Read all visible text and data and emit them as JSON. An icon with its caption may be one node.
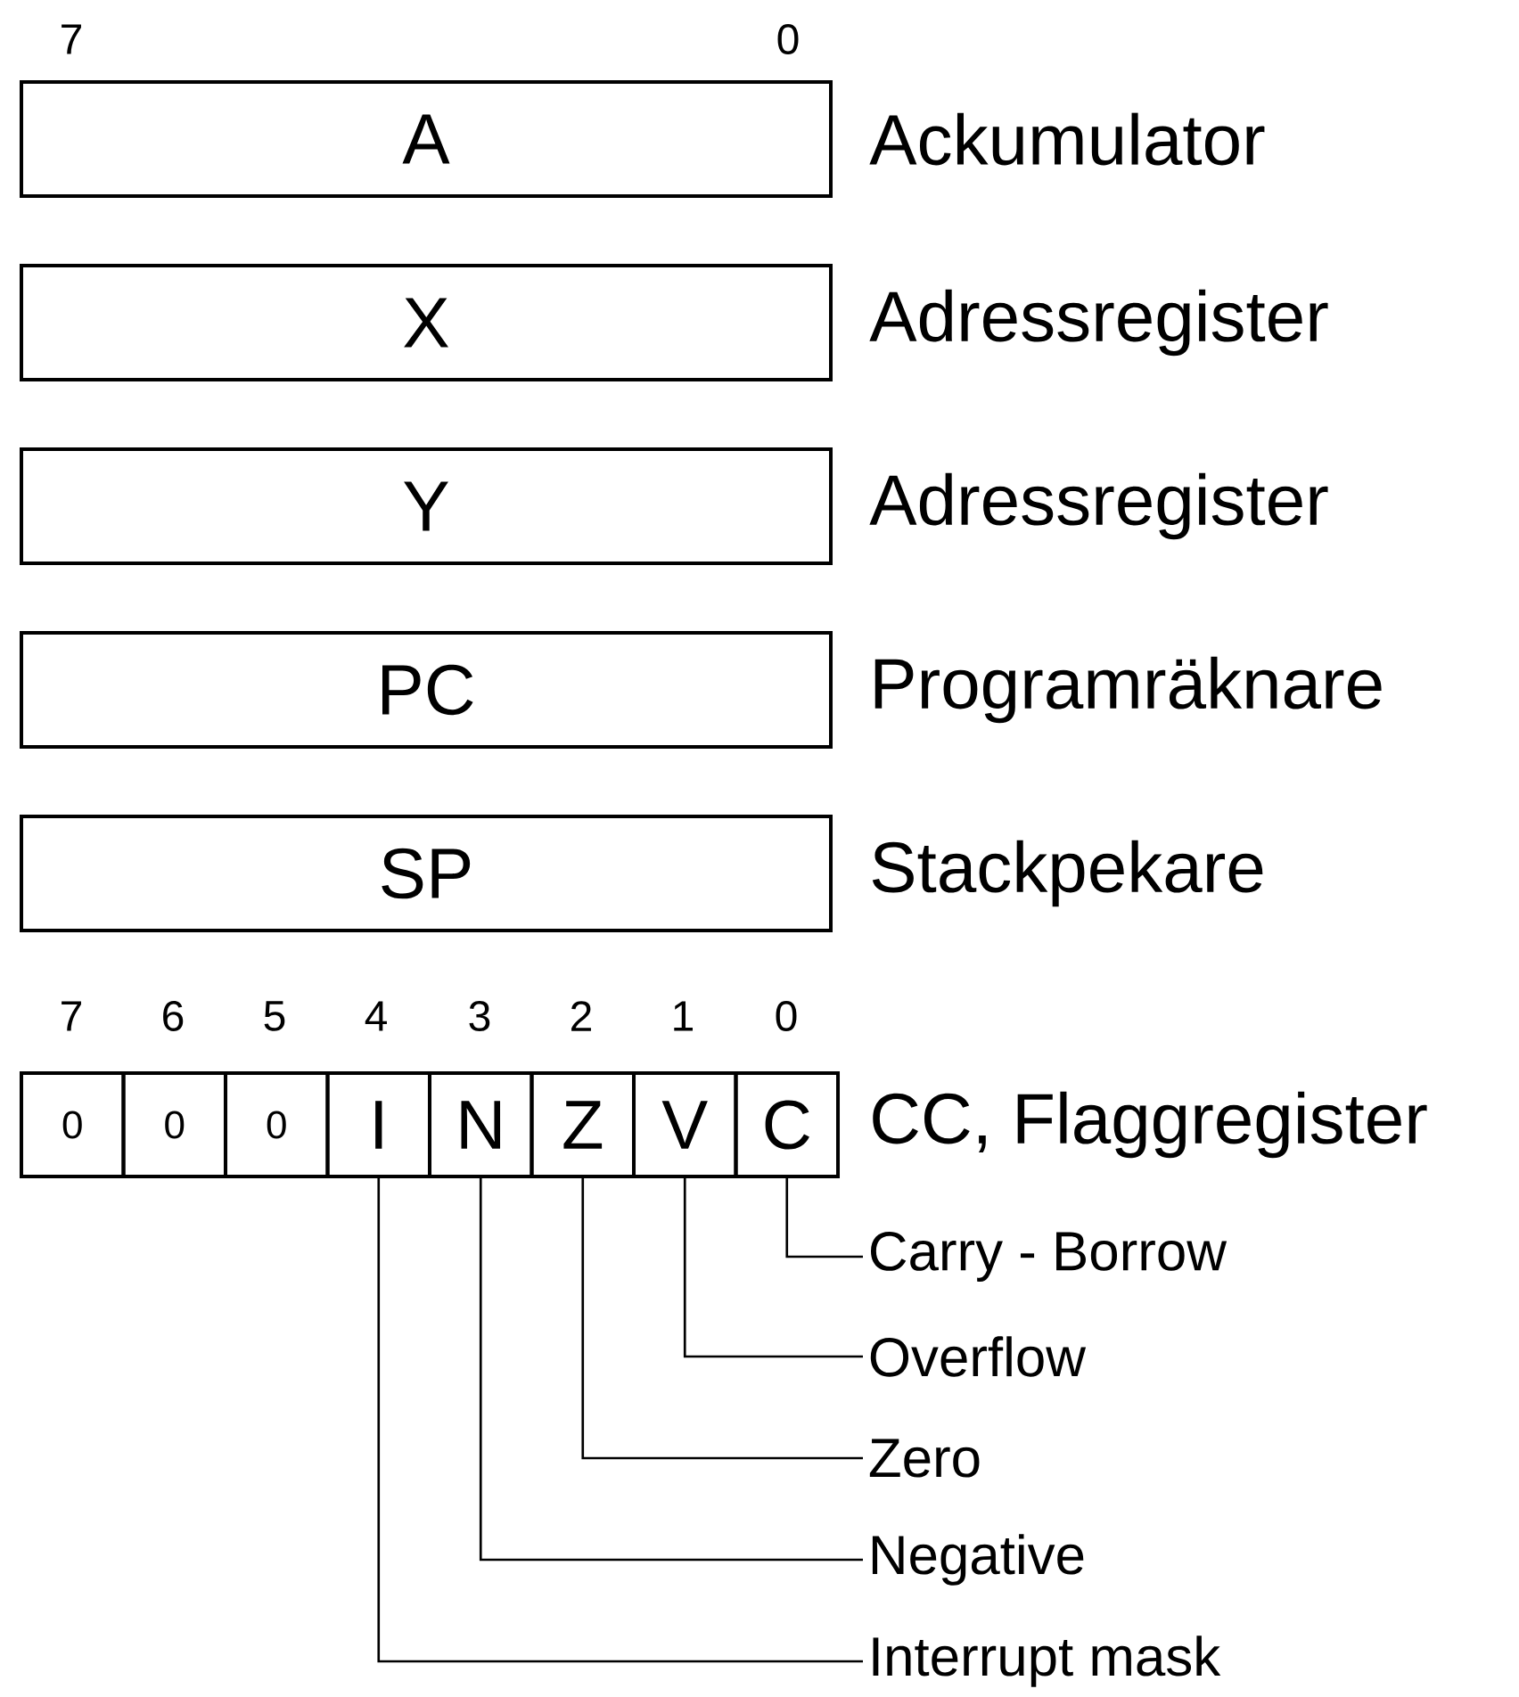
{
  "diagram": {
    "nodes": [
      {
        "text": [
          "A"
        ],
        "beside": [
          "Ackumulator"
        ]
      },
      {
        "text": [
          "X"
        ],
        "beside": [
          "Adressregister"
        ]
      },
      {
        "text": [
          "Y"
        ],
        "beside": [
          "Adressregister"
        ]
      },
      {
        "text": [
          "PC"
        ],
        "beside": [
          "Programräknare"
        ]
      },
      {
        "text": [
          "SP"
        ],
        "beside": [
          "Stackpekare"
        ]
      },
      {
        "text": [
          "0"
        ]
      },
      {
        "text": [
          "0"
        ]
      },
      {
        "text": [
          "0"
        ]
      },
      {
        "text": [
          "I"
        ]
      },
      {
        "text": [
          "N"
        ]
      },
      {
        "text": [
          "Z"
        ]
      },
      {
        "text": [
          "V"
        ]
      },
      {
        "text": [
          "C"
        ]
      },
      {
        "text": [
          "Carry - Borrow"
        ]
      },
      {
        "text": [
          "Overflow"
        ]
      },
      {
        "text": [
          "Zero"
        ]
      },
      {
        "text": [
          "Negative"
        ]
      },
      {
        "text": [
          "Interrupt mask"
        ]
      }
    ],
    "edges": [
      {
        "from": 13,
        "to": 12,
        "arrow": "none"
      },
      {
        "from": 14,
        "to": 11,
        "arrow": "none"
      },
      {
        "from": 15,
        "to": 10,
        "arrow": "none"
      },
      {
        "from": 16,
        "to": 9,
        "arrow": "none"
      },
      {
        "from": 17,
        "to": 8,
        "arrow": "none"
      }
    ],
    "labels": [
      "7",
      "0",
      "7",
      "6",
      "5",
      "4",
      "3",
      "2",
      "1",
      "0",
      "CC, Flaggregister"
    ]
  }
}
